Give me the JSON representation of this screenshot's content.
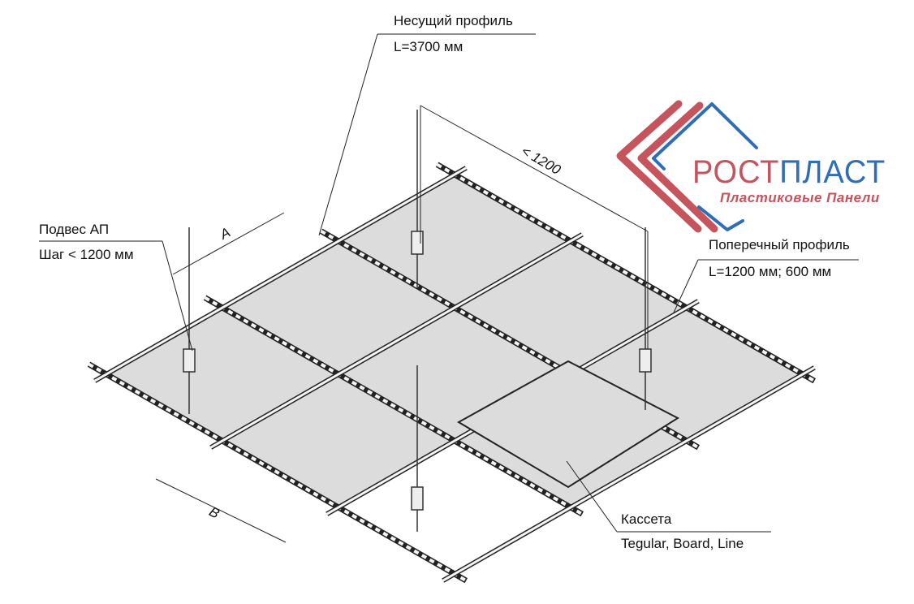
{
  "labels": {
    "carrier_profile": {
      "title": "Несущий профиль",
      "length": "L=3700 мм"
    },
    "hanger": {
      "title": "Подвес АП",
      "step": "Шаг < 1200 мм"
    },
    "cross_profile": {
      "title": "Поперечный профиль",
      "length": "L=1200 мм; 600 мм"
    },
    "cassette": {
      "title": "Кассета",
      "types": "Tegular, Board, Line"
    }
  },
  "dimensions": {
    "a": "A",
    "b": "B",
    "span": "< 1200"
  },
  "logo": {
    "part1": "РОСТ",
    "part2": "ПЛАСТ",
    "subtitle": "Пластиковые Панели",
    "red": "#c5545c",
    "blue": "#2f6db5"
  },
  "colors": {
    "panel": "#dcdcdc",
    "line": "#222222"
  }
}
